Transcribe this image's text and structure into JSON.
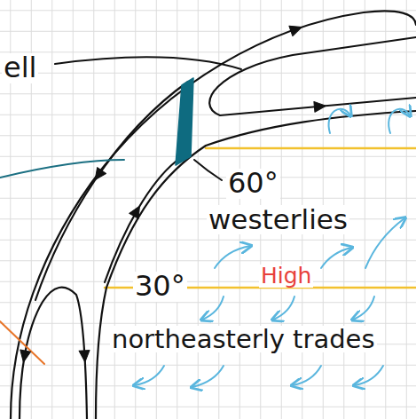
{
  "diagram": {
    "labels": [
      "ell",
      "60°",
      "westerlies",
      "30°",
      "High",
      "northeasterly trades"
    ]
  }
}
